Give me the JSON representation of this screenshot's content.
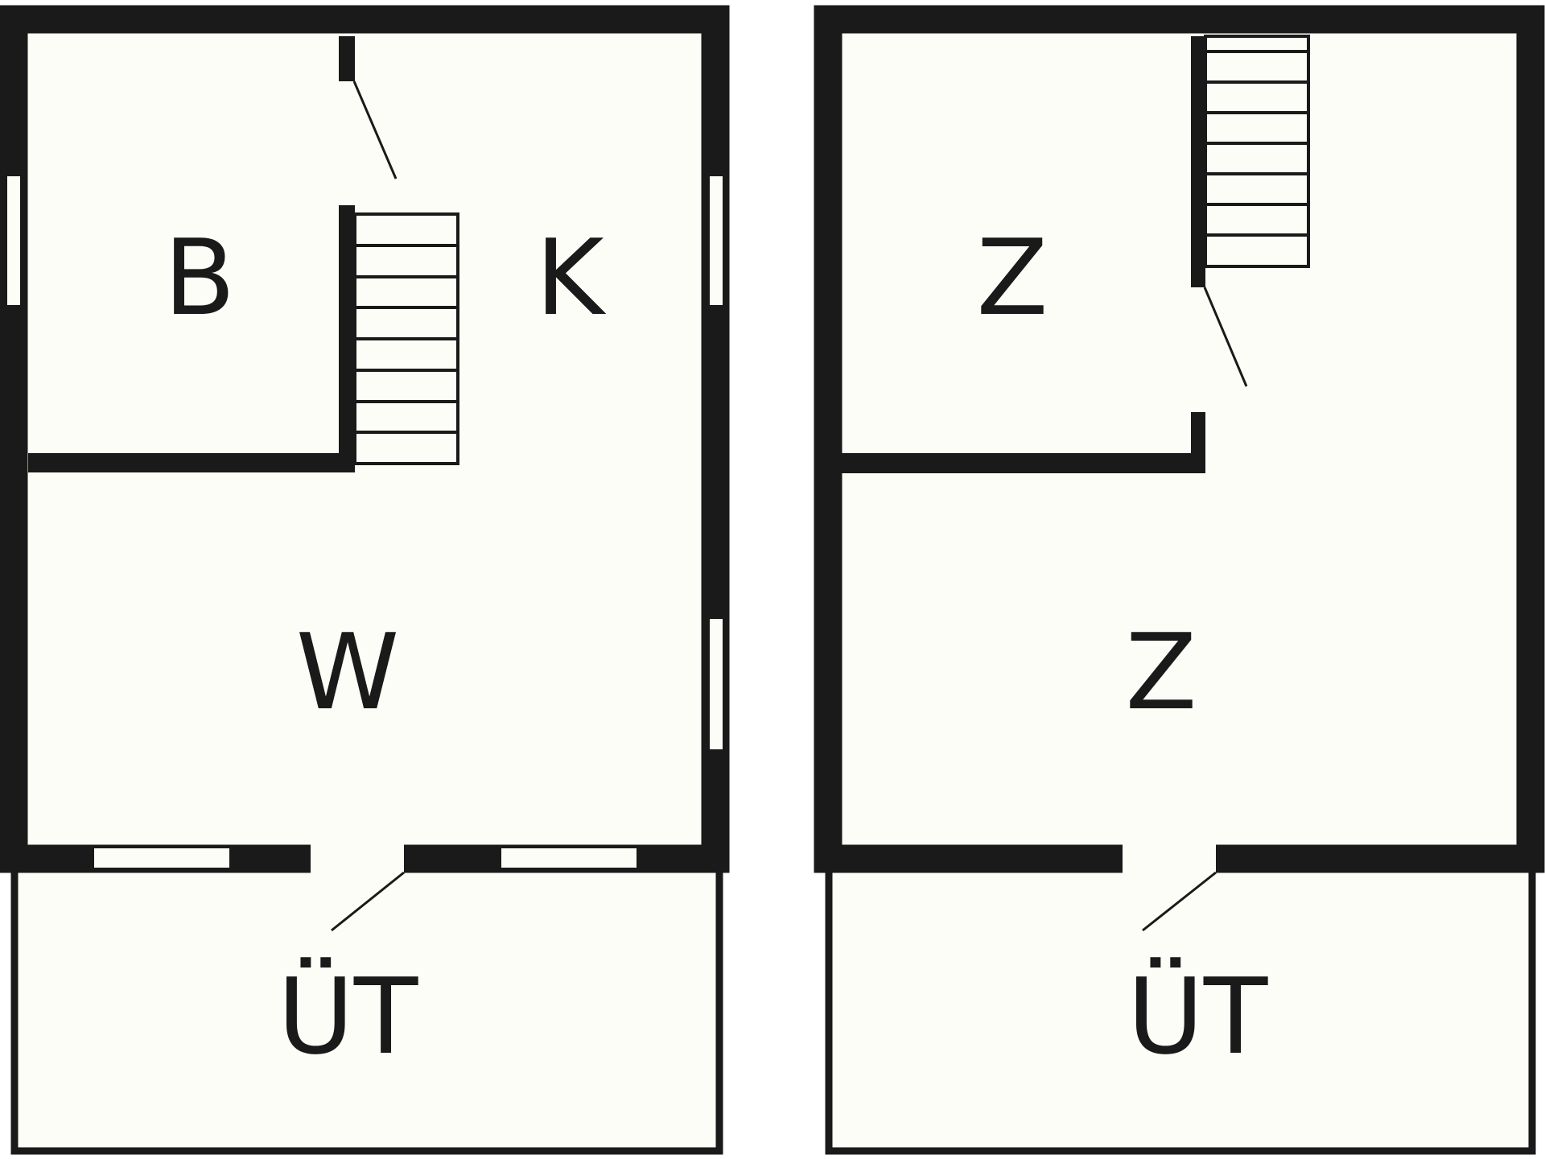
{
  "colors": {
    "wall": "#1a1a1a",
    "floor": "#fdfdf7",
    "background": "#ffffff",
    "opening": "#fdfdf7"
  },
  "plans": [
    {
      "name": "ground-floor",
      "rooms": [
        {
          "key": "b",
          "label": "B"
        },
        {
          "key": "k",
          "label": "K"
        },
        {
          "key": "w",
          "label": "W"
        },
        {
          "key": "ut",
          "label": "ÜT"
        }
      ]
    },
    {
      "name": "upper-floor",
      "rooms": [
        {
          "key": "z1",
          "label": "Z"
        },
        {
          "key": "z2",
          "label": "Z"
        },
        {
          "key": "ut",
          "label": "ÜT"
        }
      ]
    }
  ]
}
